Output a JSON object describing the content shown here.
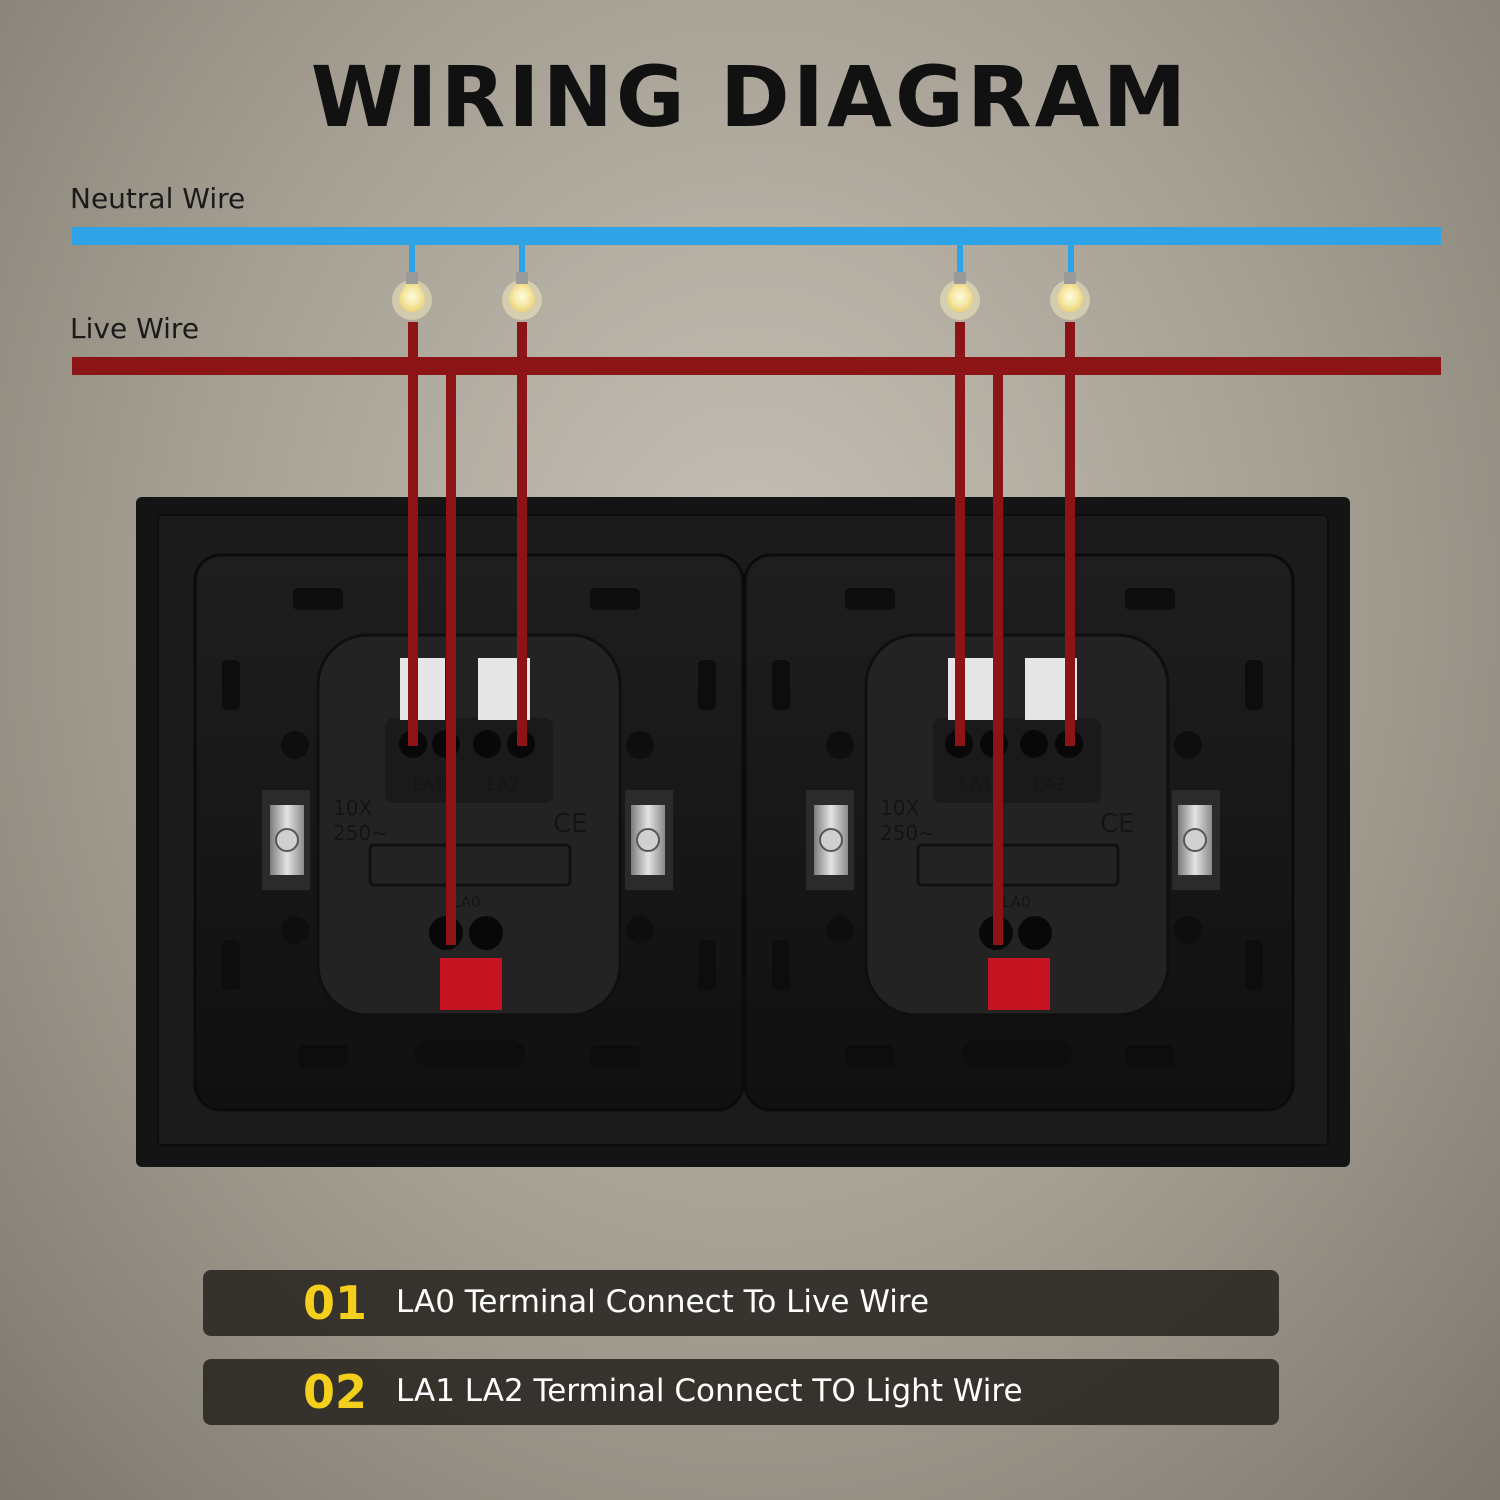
{
  "title": "WIRING DIAGRAM",
  "wires": {
    "neutral_label": "Neutral Wire",
    "live_label": "Live Wire",
    "neutral_color": "#2ea3e6",
    "live_color": "#8c1416"
  },
  "switch": {
    "terminal_la1": "LA1",
    "terminal_la2": "LA2",
    "terminal_la0": "LA0",
    "rating_top": "10X",
    "rating_bottom": "250~",
    "ce_mark": "CE"
  },
  "notes": [
    {
      "number": "01",
      "text": "LA0 Terminal Connect To Live Wire"
    },
    {
      "number": "02",
      "text": "LA1 LA2 Terminal Connect TO Light Wire"
    }
  ]
}
